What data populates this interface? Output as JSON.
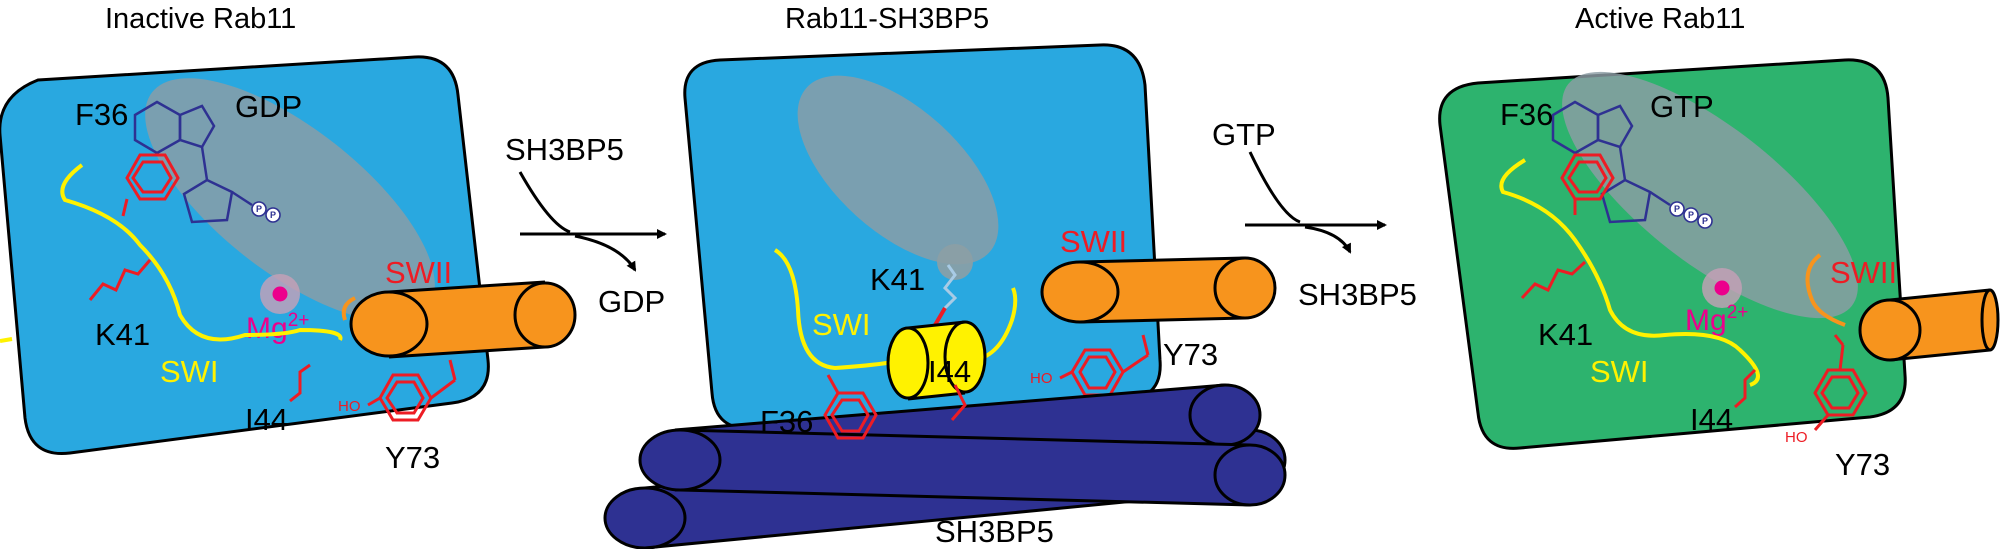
{
  "panels": {
    "inactive": {
      "title": "Inactive Rab11",
      "nucleotide": "GDP",
      "labels": {
        "f36": "F36",
        "k41": "K41",
        "i44": "I44",
        "y73": "Y73",
        "swi": "SWI",
        "swii": "SWII",
        "mg": "Mg",
        "mg_sup": "2+",
        "ho": "HO"
      }
    },
    "complex": {
      "title": "Rab11-SH3BP5",
      "labels": {
        "k41": "K41",
        "swi": "SWI",
        "swii": "SWII",
        "i44": "I44",
        "f36": "F36",
        "y73": "Y73",
        "ho": "HO",
        "sh3bp5": "SH3BP5"
      }
    },
    "active": {
      "title": "Active Rab11",
      "nucleotide": "GTP",
      "labels": {
        "f36": "F36",
        "k41": "K41",
        "i44": "I44",
        "y73": "Y73",
        "swi": "SWI",
        "swii": "SWII",
        "mg": "Mg",
        "mg_sup": "2+",
        "ho": "HO"
      }
    }
  },
  "arrows": {
    "first": {
      "in_label": "SH3BP5",
      "out_label": "GDP"
    },
    "second": {
      "in_label": "GTP",
      "out_label": "SH3BP5"
    }
  },
  "phosphate_glyph": "P",
  "colors": {
    "inactive_bg": "#29a8e0",
    "active_bg": "#2db36e",
    "helix_orange": "#f7941d",
    "sh3bp5_navy": "#2e3192",
    "switch_yellow": "#fff200",
    "residue_red": "#ed1c24",
    "nucleotide_blue": "#2e3192",
    "magnesium": "#ec008c"
  }
}
